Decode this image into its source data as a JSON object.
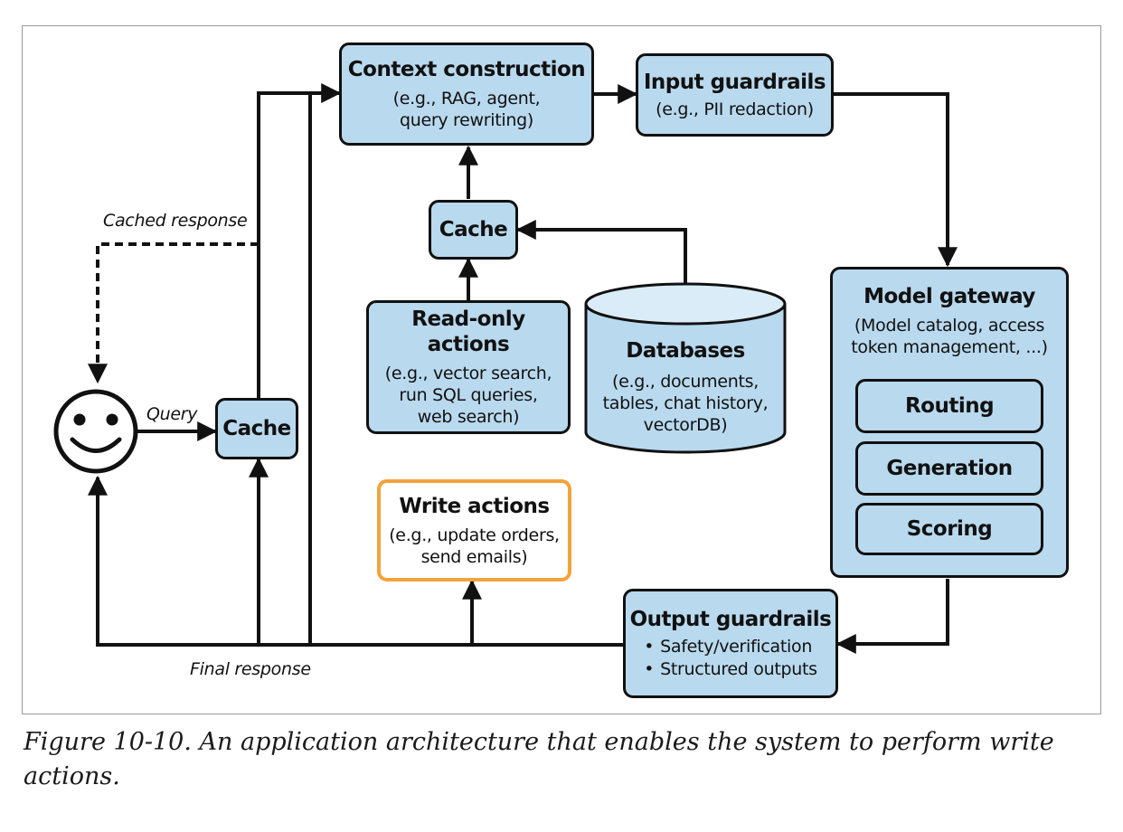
{
  "nodes": {
    "context_construction": {
      "title": "Context construction",
      "desc_line1": "(e.g., RAG, agent,",
      "desc_line2": "query rewriting)"
    },
    "input_guardrails": {
      "title": "Input guardrails",
      "desc": "(e.g., PII redaction)"
    },
    "cache_top": {
      "title": "Cache"
    },
    "cache_left": {
      "title": "Cache"
    },
    "read_only_actions": {
      "title": "Read-only actions",
      "desc_line1": "(e.g., vector search,",
      "desc_line2": "run SQL queries,",
      "desc_line3": "web search)"
    },
    "databases": {
      "title": "Databases",
      "desc_line1": "(e.g., documents,",
      "desc_line2": "tables, chat history,",
      "desc_line3": "vectorDB)"
    },
    "model_gateway": {
      "title": "Model gateway",
      "desc_line1": "(Model catalog, access",
      "desc_line2": "token management, ...)",
      "routing": "Routing",
      "generation": "Generation",
      "scoring": "Scoring"
    },
    "write_actions": {
      "title": "Write actions",
      "desc_line1": "(e.g., update orders,",
      "desc_line2": "send emails)"
    },
    "output_guardrails": {
      "title": "Output guardrails",
      "bullets": [
        "Safety/verification",
        "Structured outputs"
      ]
    }
  },
  "edge_labels": {
    "cached_response": "Cached response",
    "query": "Query",
    "final_response": "Final response"
  },
  "colors": {
    "box_fill": "#b9d9ee",
    "stroke": "#111111",
    "highlight_border": "#f4a23b",
    "underline": "#d23a2a"
  },
  "caption": "Figure 10-10. An application architecture that enables the system to perform write actions."
}
